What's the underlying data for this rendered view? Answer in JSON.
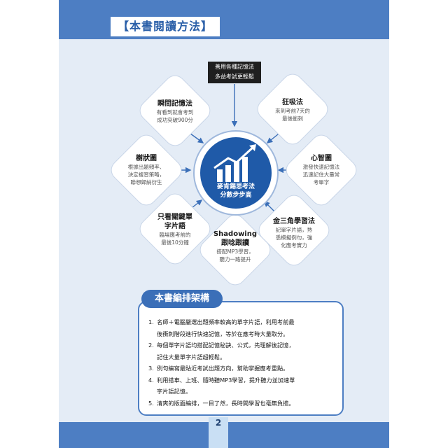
{
  "header": {
    "title": "【本書閱讀方法】"
  },
  "top_note": {
    "line1": "善用各種記憶法",
    "line2": "多益考試更輕鬆"
  },
  "center": {
    "line1": "麥肯錫思考法",
    "line2": "分數步步高",
    "icon": "bar-chart-arrow-icon"
  },
  "methods": [
    {
      "title": "瞬間記憶法",
      "desc": [
        "有看到就會考到",
        "成功突破900分"
      ]
    },
    {
      "title": "狂吸法",
      "desc": [
        "來到考前7天的",
        "最後衝刺"
      ]
    },
    {
      "title": "樹狀圖",
      "desc": [
        "根據出題頻率、",
        "決定複習策略，",
        "聯想歸納衍生"
      ]
    },
    {
      "title": "心智圖",
      "desc": [
        "激發快速記憶法",
        "迅速記住大量常",
        "考單字"
      ]
    },
    {
      "title_lines": [
        "只看關鍵單",
        "字片語"
      ],
      "desc": [
        "臨場應考前的",
        "最後10分鐘"
      ]
    },
    {
      "title": "金三角學習法",
      "desc": [
        "記單字片語，熟",
        "悉模擬例句，強",
        "化應考實力"
      ]
    },
    {
      "title_lines": [
        "Shadowing",
        "跟唸跟讀"
      ],
      "desc": [
        "搭配MP3學習，",
        "聽力一路提升"
      ]
    }
  ],
  "structure": {
    "heading": "本書編排架構",
    "items": [
      {
        "num": "1.",
        "lines": [
          "名師＋電腦嚴選出題頻率較高的單字片語，利用考前最",
          "後衝刺階段進行快速記憶，等於在應考時大量取分。"
        ]
      },
      {
        "num": "2.",
        "lines": [
          "每個單字片語均搭配記憶秘訣、公式，先理解後記憶，",
          "記住大量單字片語超輕鬆。"
        ]
      },
      {
        "num": "3.",
        "lines": [
          "例句編寫最貼近考試出題方向，幫助掌握應考重點。"
        ]
      },
      {
        "num": "4.",
        "lines": [
          "利用搭車、上班、隨時聽MP3學習，提升聽力並加速單",
          "字片語記憶。"
        ]
      },
      {
        "num": "5.",
        "lines": [
          "清爽的版面編排，一目了然，長時間學習也毫無負擔。"
        ]
      }
    ]
  },
  "page_number": "2",
  "colors": {
    "primary_blue": "#4d7ec3",
    "dark_blue": "#1f5aa8",
    "background": "#e4ecf6"
  }
}
